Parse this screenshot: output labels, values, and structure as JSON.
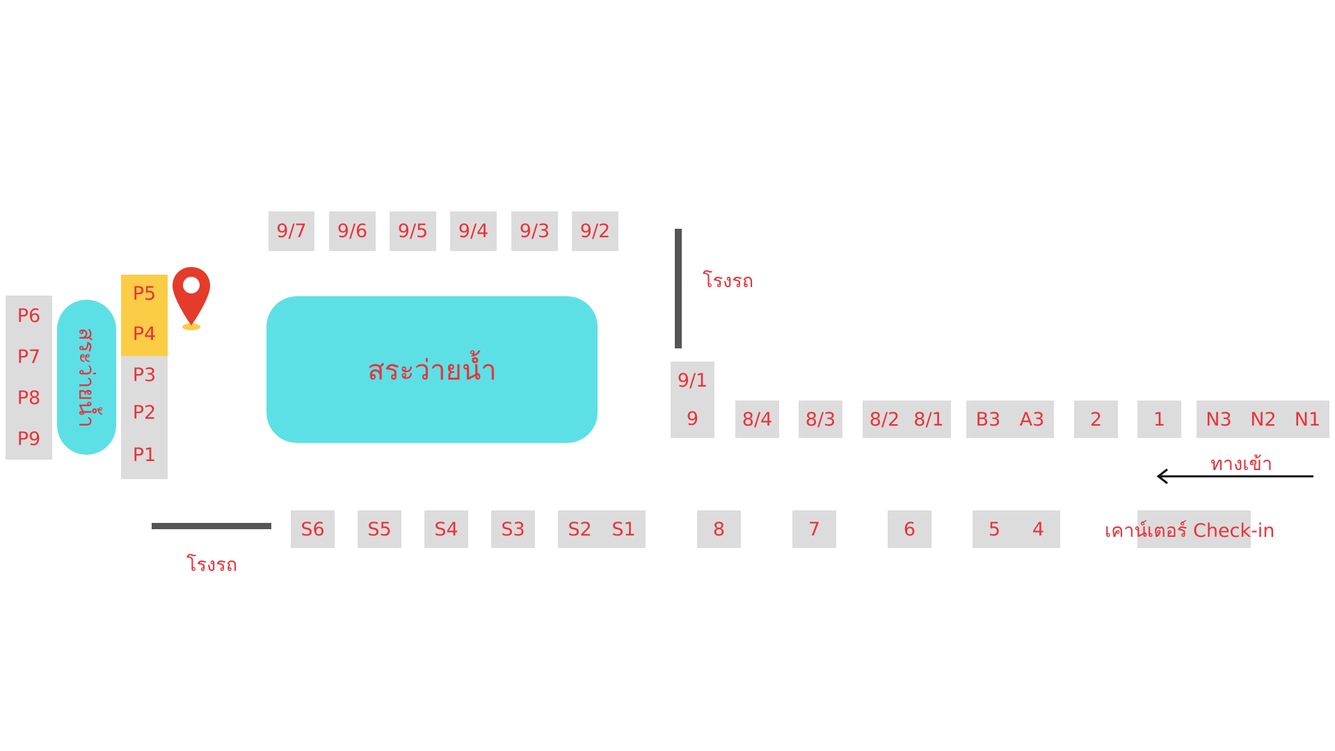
{
  "colors": {
    "unit_bg": "#dcdcdc",
    "unit_highlight": "#fbcc45",
    "text": "#e8333a",
    "pool": "#5ce0e6",
    "bar": "#555555",
    "pin": "#e53b2a"
  },
  "units": {
    "row_9": [
      "9/7",
      "9/6",
      "9/5",
      "9/4",
      "9/3",
      "9/2"
    ],
    "row_p_right": [
      "P5",
      "P4",
      "P3",
      "P2",
      "P1"
    ],
    "row_p_left": [
      "P6",
      "P7",
      "P8",
      "P9"
    ],
    "unit_9_1": "9/1",
    "unit_9": "9",
    "row_mid": [
      "8/4",
      "8/3",
      "8/2",
      "8/1",
      "B3",
      "A3",
      "2",
      "1",
      "N3",
      "N2",
      "N1"
    ],
    "row_s": [
      "S6",
      "S5",
      "S4",
      "S3",
      "S2",
      "S1"
    ],
    "row_bottom": [
      "8",
      "7",
      "6",
      "5",
      "4"
    ],
    "highlighted": [
      "P5",
      "P4"
    ]
  },
  "labels": {
    "pool_main": "สระว่ายน้ำ",
    "pool_side": "สระว่ายน้ำ",
    "garage_top": "โรงรถ",
    "garage_bottom": "โรงรถ",
    "entrance": "ทางเข้า",
    "checkin": "เคาน์เตอร์ Check-in"
  },
  "icons": {
    "location_pin": "map-pin-icon",
    "entrance_arrow": "arrow-left-icon"
  }
}
